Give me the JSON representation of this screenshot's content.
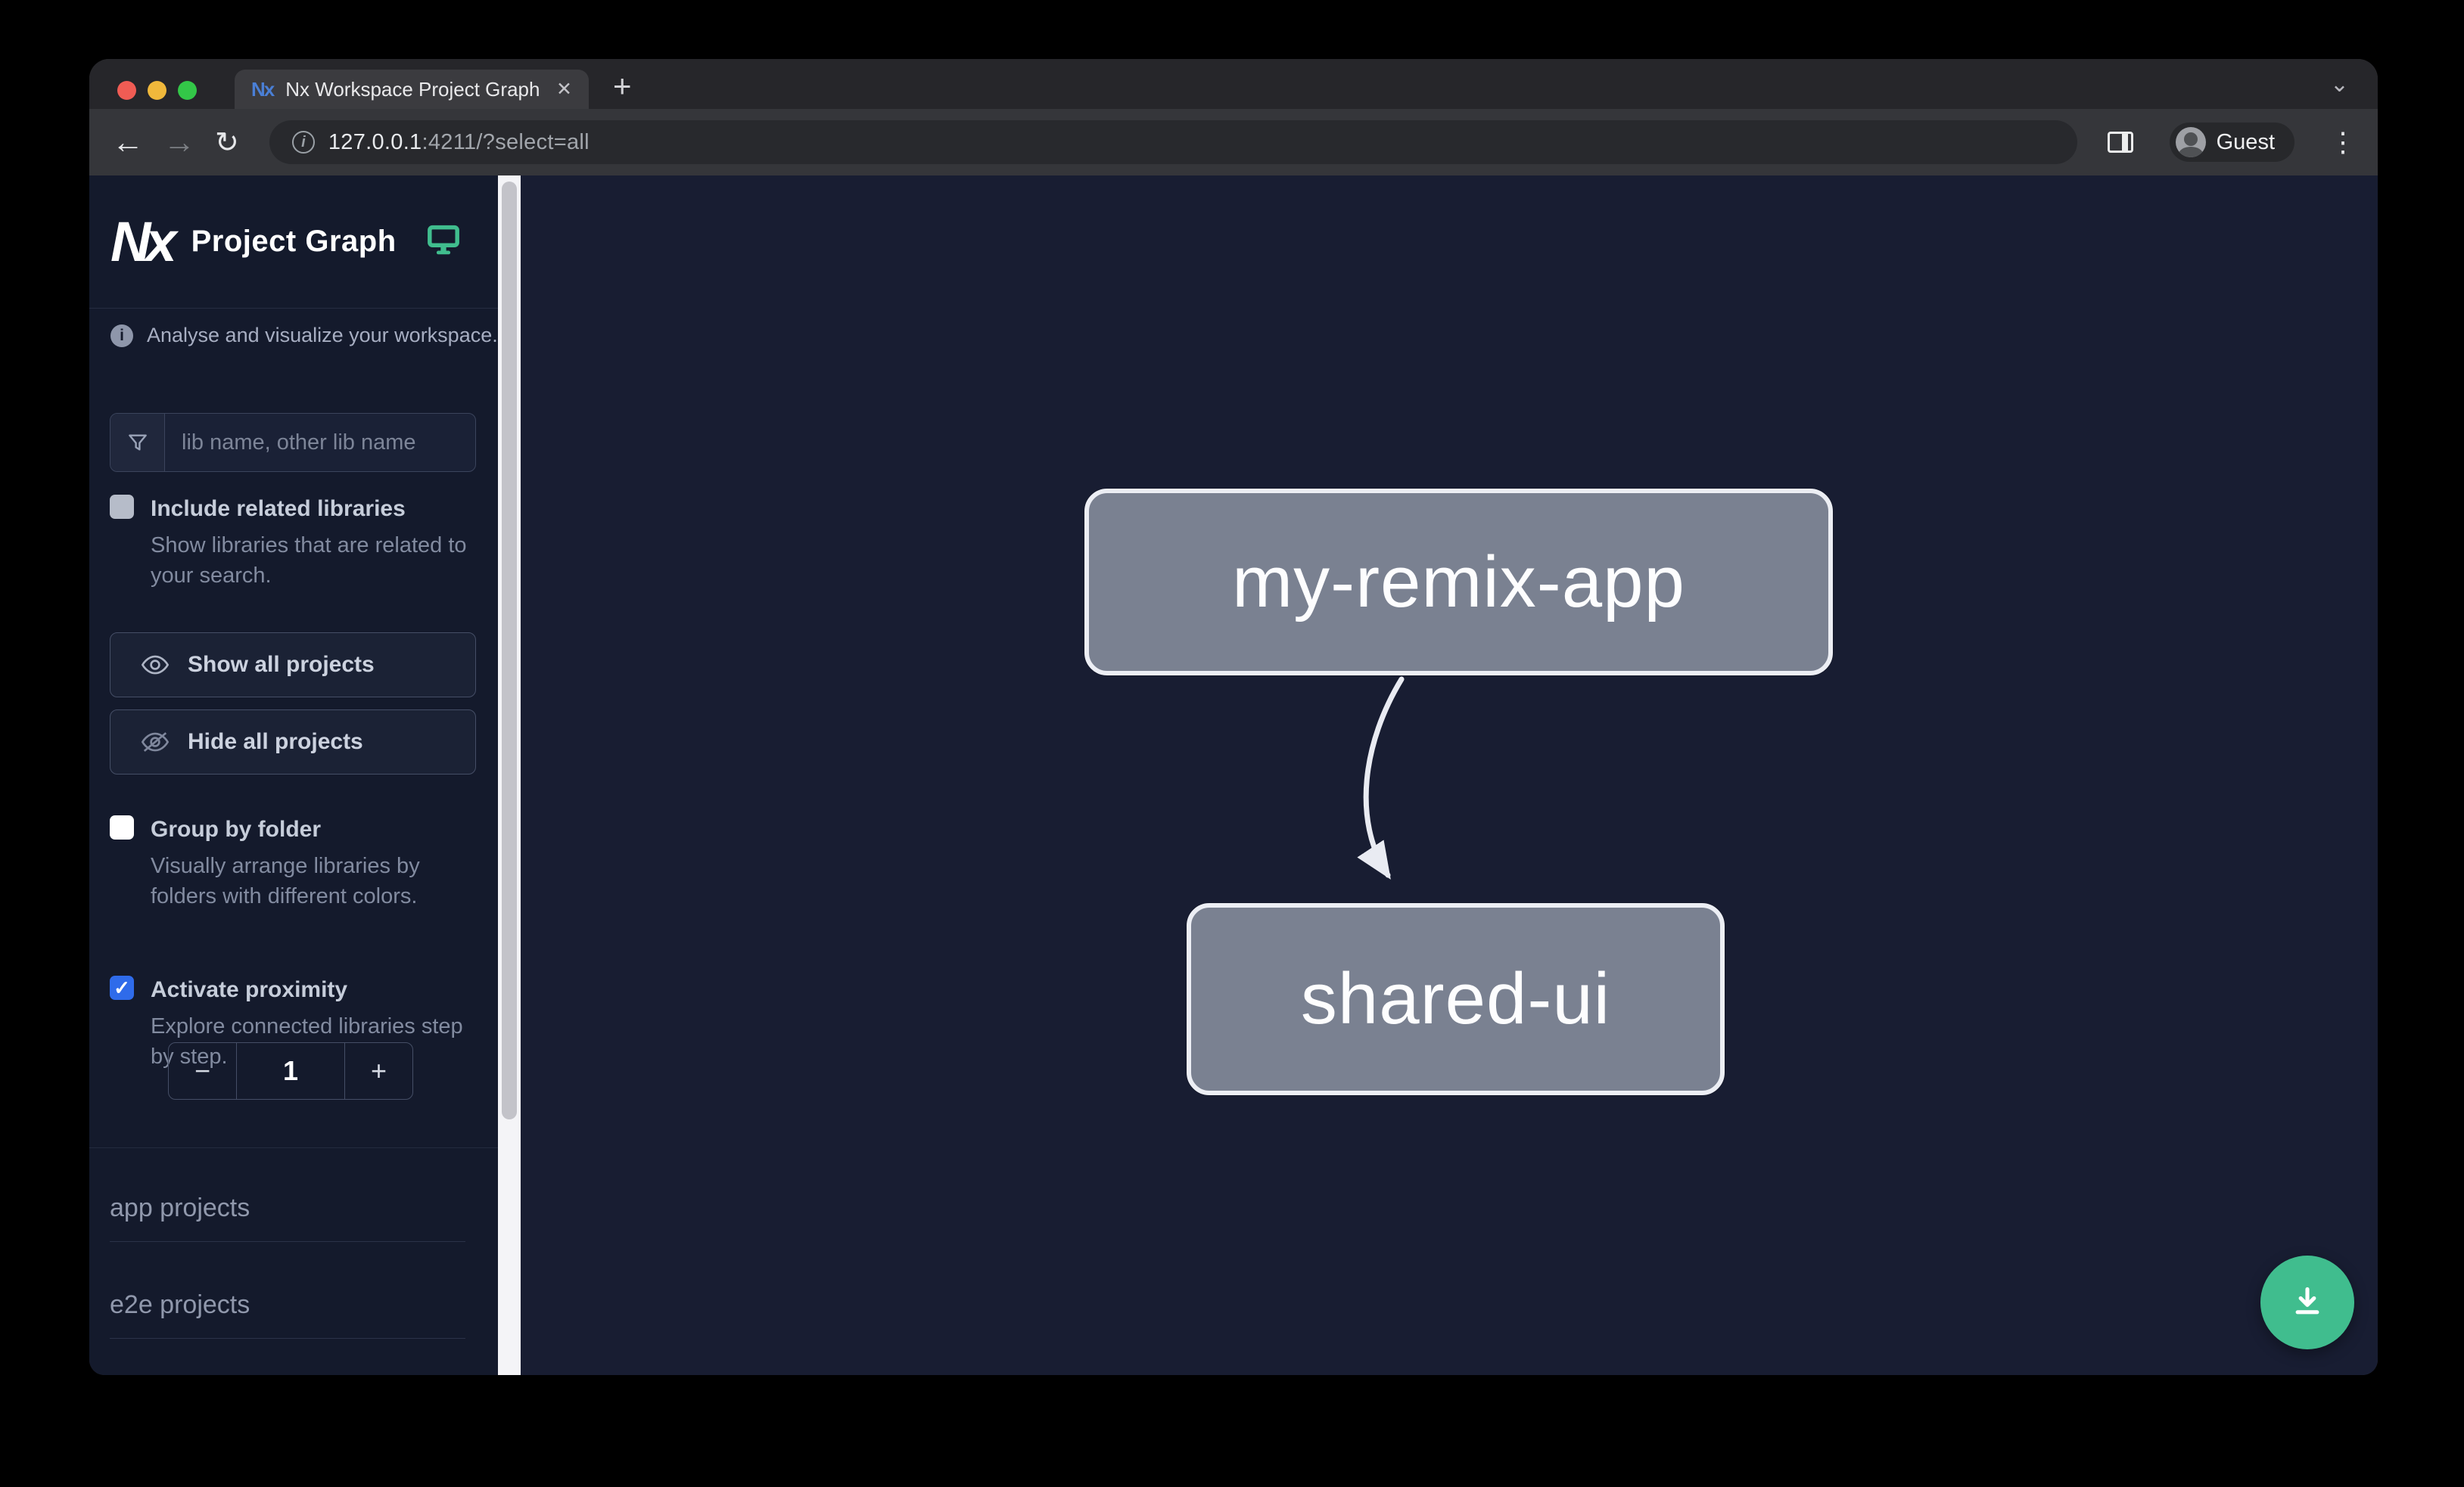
{
  "browser": {
    "tab": {
      "title": "Nx Workspace Project Graph"
    },
    "address": {
      "host": "127.0.0.1",
      "rest": ":4211/?select=all"
    },
    "profile": {
      "label": "Guest"
    }
  },
  "icons": {
    "close": "✕",
    "new_tab": "+",
    "chevron_down": "⌄",
    "menu": "⋮",
    "back": "←",
    "forward": "→",
    "reload": "↻",
    "info": "i",
    "check": "✓"
  },
  "sidebar": {
    "logo": "Nx",
    "title": "Project Graph",
    "tagline": "Analyse and visualize your workspace.",
    "search": {
      "placeholder": "lib name, other lib name"
    },
    "include_related": {
      "label": "Include related libraries",
      "description": "Show libraries that are related to your search.",
      "checked": false
    },
    "actions": {
      "show_all": "Show all projects",
      "hide_all": "Hide all projects"
    },
    "group_by_folder": {
      "label": "Group by folder",
      "description": "Visually arrange libraries by folders with different colors.",
      "checked": false
    },
    "proximity": {
      "label": "Activate proximity",
      "description": "Explore connected libraries step by step.",
      "checked": true,
      "value": "1",
      "decrement": "−",
      "increment": "+"
    },
    "sections": {
      "app": "app projects",
      "e2e": "e2e projects"
    }
  },
  "graph": {
    "nodes": [
      {
        "label": "my-remix-app"
      },
      {
        "label": "shared-ui"
      }
    ],
    "edges": [
      {
        "from": "my-remix-app",
        "to": "shared-ui"
      }
    ]
  },
  "colors": {
    "accent": "#40BD8E",
    "checkbox_checked": "#2F6BEA",
    "node_fill": "#7A8191",
    "node_border": "#ECEEF4",
    "canvas_bg": "#181D32",
    "sidebar_bg": "#141A2C"
  }
}
